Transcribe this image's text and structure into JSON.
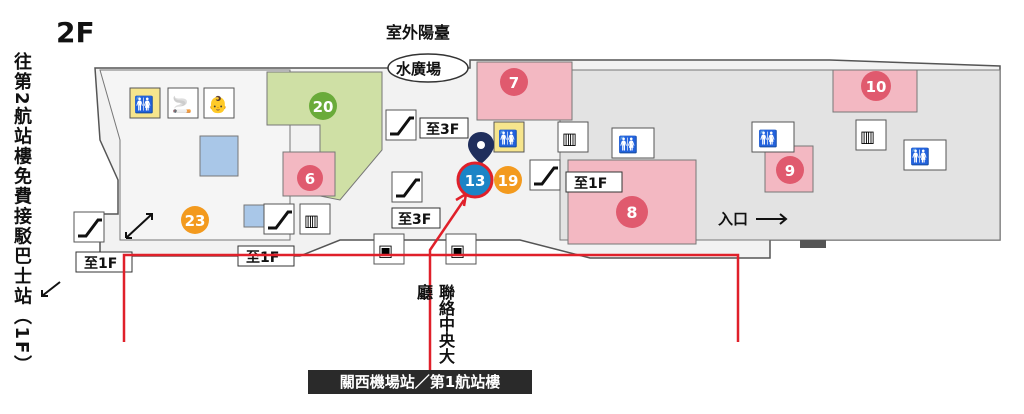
{
  "floor_label": "2F",
  "side_label": "往第2航站樓免費接駁巴士站（1F）",
  "outdoor_label": "室外陽臺",
  "water_square": "水廣場",
  "entrance_label": "入口",
  "to_1f": "至1F",
  "to_3f": "至3F",
  "connector_label": "聯絡中央大廳",
  "bottom_banner": "關西機場站／第1航站樓",
  "markers": [
    {
      "num": "20",
      "color": "#6aab3a"
    },
    {
      "num": "6",
      "color": "#e05a6e"
    },
    {
      "num": "7",
      "color": "#e05a6e"
    },
    {
      "num": "8",
      "color": "#e05a6e"
    },
    {
      "num": "9",
      "color": "#e05a6e"
    },
    {
      "num": "10",
      "color": "#e05a6e"
    },
    {
      "num": "13",
      "color": "#1b84c6"
    },
    {
      "num": "19",
      "color": "#f39a1e"
    },
    {
      "num": "23",
      "color": "#f39a1e"
    }
  ],
  "colors": {
    "green_area": "#cfe0a5",
    "pink_area": "#f3b8c2",
    "grey_area": "#e6e6e6",
    "route_line": "#e0202a",
    "location_pin": "#1f2e5c"
  },
  "icons": [
    "restroom-icon",
    "smoking-area-icon",
    "nursing-room-icon",
    "escalator-icon",
    "elevator-icon",
    "ticket-machine-icon",
    "location-pin-icon",
    "arrow-icon"
  ]
}
